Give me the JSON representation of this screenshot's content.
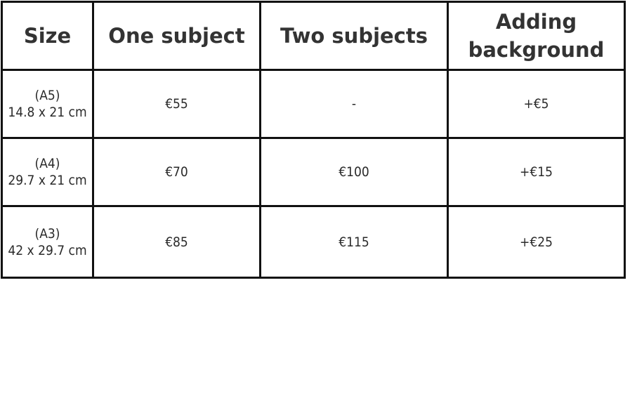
{
  "table": {
    "headers": {
      "size": "Size",
      "one_subject": "One subject",
      "two_subjects": "Two subjects",
      "adding_background_line1": "Adding",
      "adding_background_line2": "background"
    },
    "rows": [
      {
        "size_code": "(A5)",
        "size_dims": "14.8 x 21 cm",
        "one_subject": "€55",
        "two_subjects": "-",
        "adding_background": "+€5"
      },
      {
        "size_code": "(A4)",
        "size_dims": "29.7 x 21 cm",
        "one_subject": "€70",
        "two_subjects": "€100",
        "adding_background": "+€15"
      },
      {
        "size_code": "(A3)",
        "size_dims": "42 x 29.7 cm",
        "one_subject": "€85",
        "two_subjects": "€115",
        "adding_background": "+€25"
      }
    ]
  }
}
